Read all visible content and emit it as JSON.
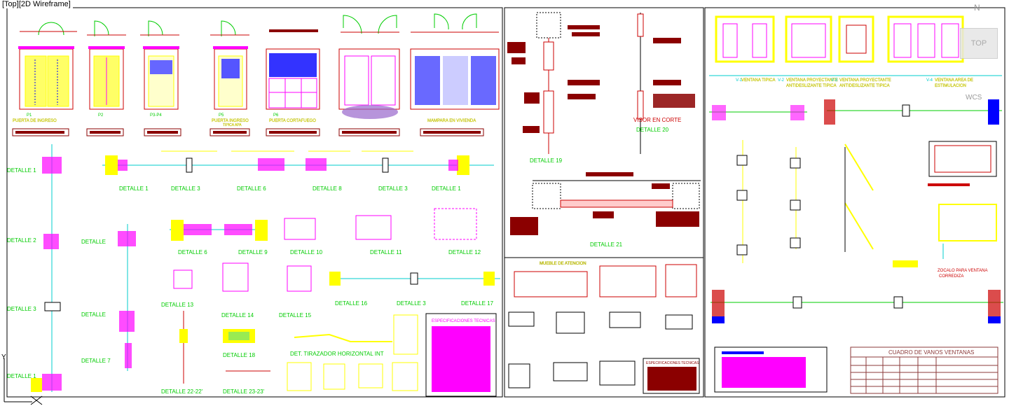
{
  "viewport": {
    "label": "[Top][2D Wireframe]"
  },
  "viewcube": {
    "face": "TOP",
    "north": "N",
    "wcs": "WCS"
  },
  "ucs": {
    "y": "Y"
  },
  "colors": {
    "background": "#ffffff",
    "frame": "#000000",
    "red": "#cc0000",
    "yellow": "#ffff00",
    "magenta": "#ff00ff",
    "green": "#00cc00",
    "blue": "#0000ff",
    "darkred": "#8b0000",
    "cyan": "#00cccc",
    "brown": "#8b3a3a"
  },
  "panel1": {
    "doors": [
      {
        "code": "P1",
        "name": "PUERTA DE INGRESO"
      },
      {
        "code": "P2",
        "name": ""
      },
      {
        "code": "P3-P4",
        "name": ""
      },
      {
        "code": "P5",
        "name": "PUERTA INGRESO",
        "sub": "TIPICA APA"
      },
      {
        "code": "P6",
        "name": "PUERTA CORTAFUEGO"
      },
      {
        "code": "",
        "name": ""
      },
      {
        "code": "",
        "name": "MAMPARA EN VIVIENDA"
      }
    ],
    "details_row1": [
      "DETALLE 1",
      "DETALLE 3",
      "DETALLE 6",
      "DETALLE 8",
      "DETALLE 3",
      "DETALLE 1"
    ],
    "details_left": [
      "DETALLE 1",
      "DETALLE 2",
      "DETALLE 3",
      "DETALLE 1"
    ],
    "details_mid_left": [
      "DETALLE",
      "DETALLE",
      "DETALLE 7"
    ],
    "details_row2": [
      "DETALLE 6",
      "DETALLE 9",
      "DETALLE 10",
      "DETALLE 11",
      "DETALLE 12"
    ],
    "details_row3": [
      "DETALLE 13",
      "DETALLE 14",
      "DETALLE 15",
      "DETALLE 16",
      "DETALLE 3",
      "DETALLE 17"
    ],
    "details_row4": [
      "DETALLE 22-22'",
      "DETALLE 18",
      "DETALLE 23-23'"
    ],
    "det_tirazador": "DET. TIRAZADOR HORIZONTAL INT",
    "spec_title": "ESPECIFICACIONES TECNICAS"
  },
  "panel2": {
    "visor": "VISOR EN CORTE",
    "details": [
      "DETALLE 20",
      "DETALLE 19",
      "DETALLE 21"
    ],
    "mueble": "MUEBLE DE ATENCION",
    "spec_title": "ESPECIFICACIONES TECNICAS"
  },
  "panel3": {
    "windows": [
      {
        "code": "V-1",
        "name": "VENTANA TIPICA"
      },
      {
        "code": "V-2",
        "name": "VENTANA PROYECTANTE",
        "sub": "ANTIDESLIZANTE TIPICA"
      },
      {
        "code": "V-3",
        "name": "VENTANA PROYECTANTE",
        "sub": "ANTIDESLIZANTE TIPICA"
      },
      {
        "code": "V-4",
        "name": "VENTANA AREA DE",
        "sub": "ESTIMULACION"
      }
    ],
    "zocalo": "ZOCALO PARA VENTANA",
    "zocalo_sub": "CORREDIZA",
    "table_title": "CUADRO DE VANOS VENTANAS"
  }
}
